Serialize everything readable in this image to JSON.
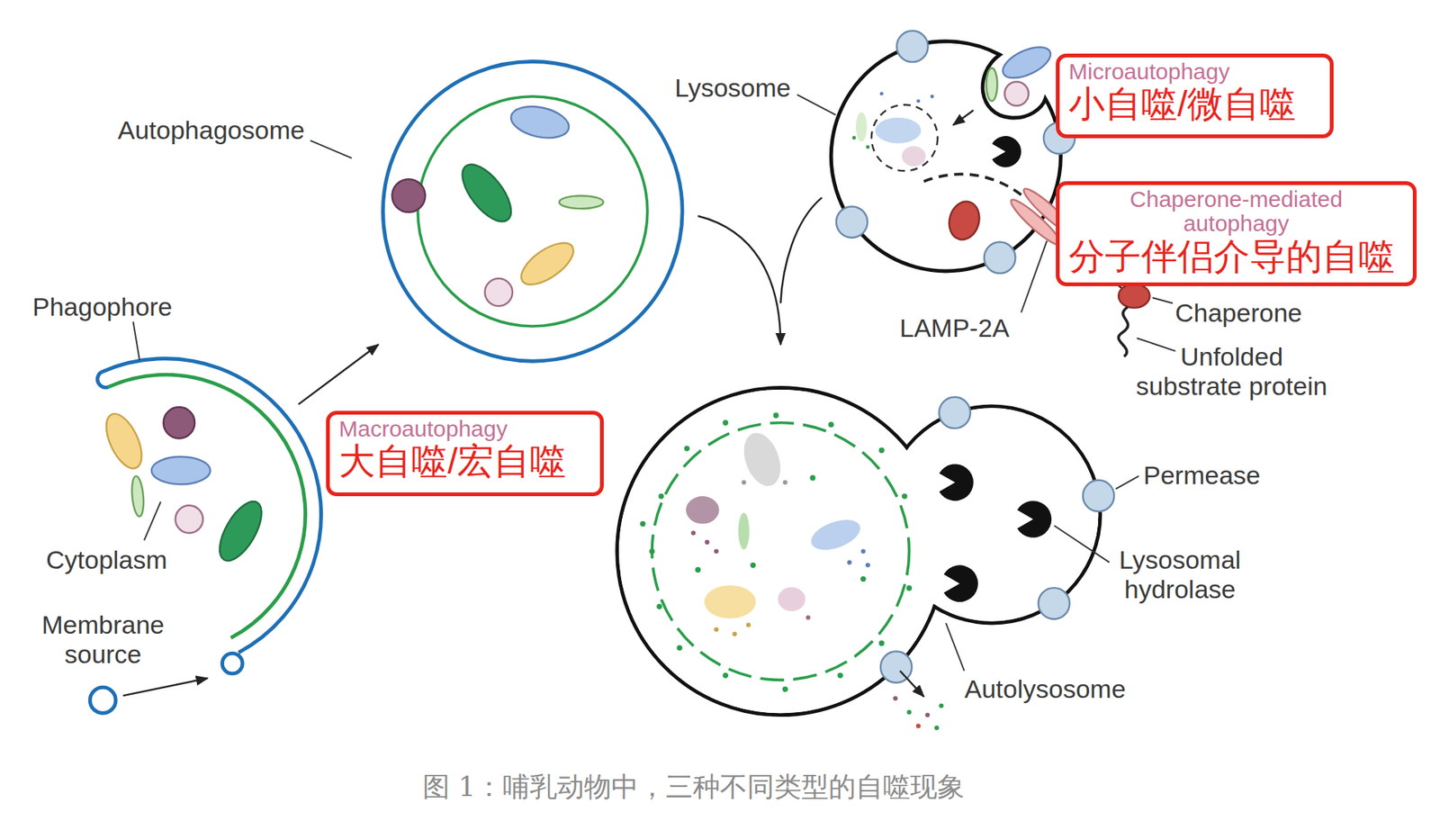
{
  "diagram": {
    "caption": "图 1：哺乳动物中，三种不同类型的自噬现象",
    "nodes": [
      {
        "text": [
          "Microautophagy",
          "小自噬/微自噬"
        ]
      },
      {
        "text": [
          "Chaperone-mediated autophagy",
          "分子伴侣介导的自噬"
        ]
      },
      {
        "text": [
          "Macroautophagy",
          "大自噬/宏自噬"
        ]
      }
    ],
    "labels": [
      "Lysosome",
      "Autophagosome",
      "Chaperone",
      "Phagophore",
      "LAMP-2A",
      "Unfolded substrate protein",
      "Permease",
      "Cytoplasm",
      "Lysosomal hydrolase",
      "Membrane source",
      "Autolysosome"
    ]
  }
}
